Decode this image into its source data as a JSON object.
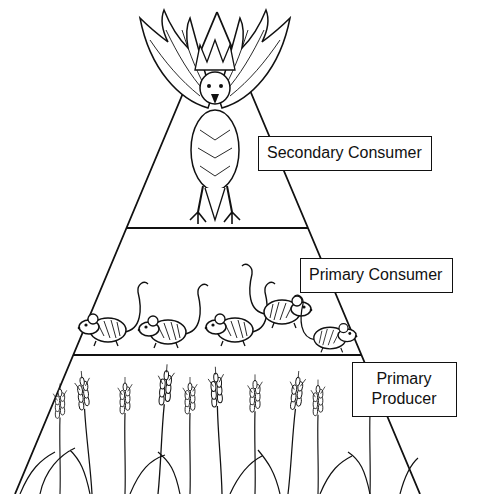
{
  "diagram": {
    "nodes": [
      {
        "text": [
          "Secondary Consumer"
        ]
      },
      {
        "text": [
          "Primary Consumer"
        ]
      },
      {
        "text": [
          "Primary Producer"
        ]
      }
    ]
  }
}
